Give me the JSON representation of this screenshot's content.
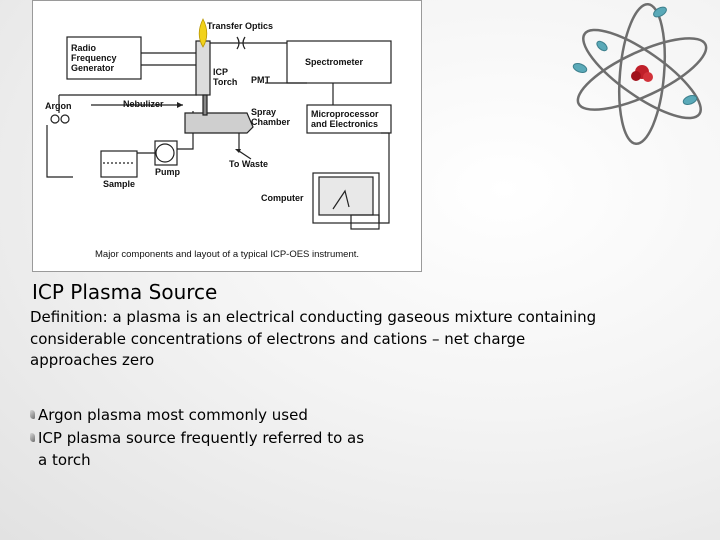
{
  "figure": {
    "labels": {
      "transfer_optics": "Transfer Optics",
      "radio_frequency_generator": [
        "Radio",
        "Frequency",
        "Generator"
      ],
      "spectrometer": "Spectrometer",
      "icp_torch": [
        "ICP",
        "Torch"
      ],
      "pmt": "PMT",
      "argon": "Argon",
      "nebulizer": "Nebulizer",
      "spray_chamber": [
        "Spray",
        "Chamber"
      ],
      "microprocessor": [
        "Microprocessor",
        "and Electronics"
      ],
      "to_waste": "To Waste",
      "pump": "Pump",
      "sample": "Sample",
      "computer": "Computer"
    },
    "caption": "Major components and layout of a typical ICP-OES instrument."
  },
  "slide": {
    "title": "ICP Plasma Source",
    "definition": "Definition: a plasma is an electrical conducting gaseous mixture containing considerable concentrations of electrons and cations – net charge approaches zero",
    "bullets": [
      "Argon plasma most commonly used",
      "ICP plasma source frequently referred to as a torch"
    ]
  },
  "colors": {
    "atom_orbit": "#6e6e6e",
    "atom_nucleus": "#c0202a",
    "atom_electron": "#5aa9b8"
  }
}
